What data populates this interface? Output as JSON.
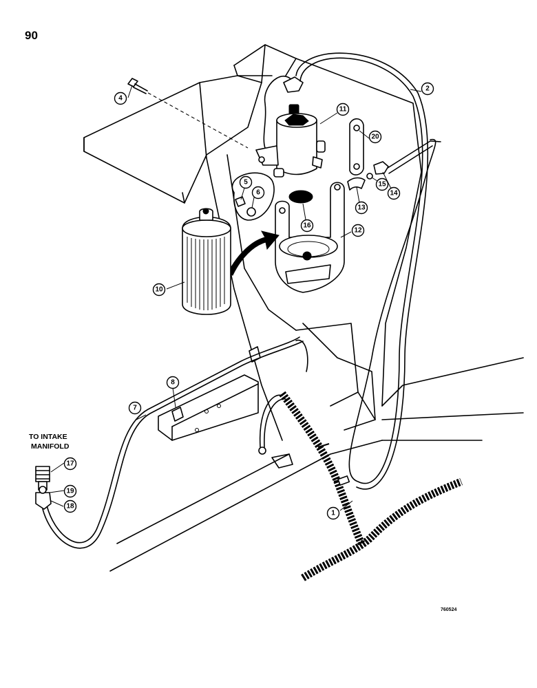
{
  "page": {
    "number": "90",
    "drawing_code": "760524"
  },
  "notes": {
    "intake_line1": "TO INTAKE",
    "intake_line2": "MANIFOLD"
  },
  "callouts": [
    "1",
    "2",
    "4",
    "5",
    "6",
    "7",
    "8",
    "10",
    "11",
    "12",
    "13",
    "14",
    "15",
    "16",
    "17",
    "18",
    "19",
    "20"
  ]
}
